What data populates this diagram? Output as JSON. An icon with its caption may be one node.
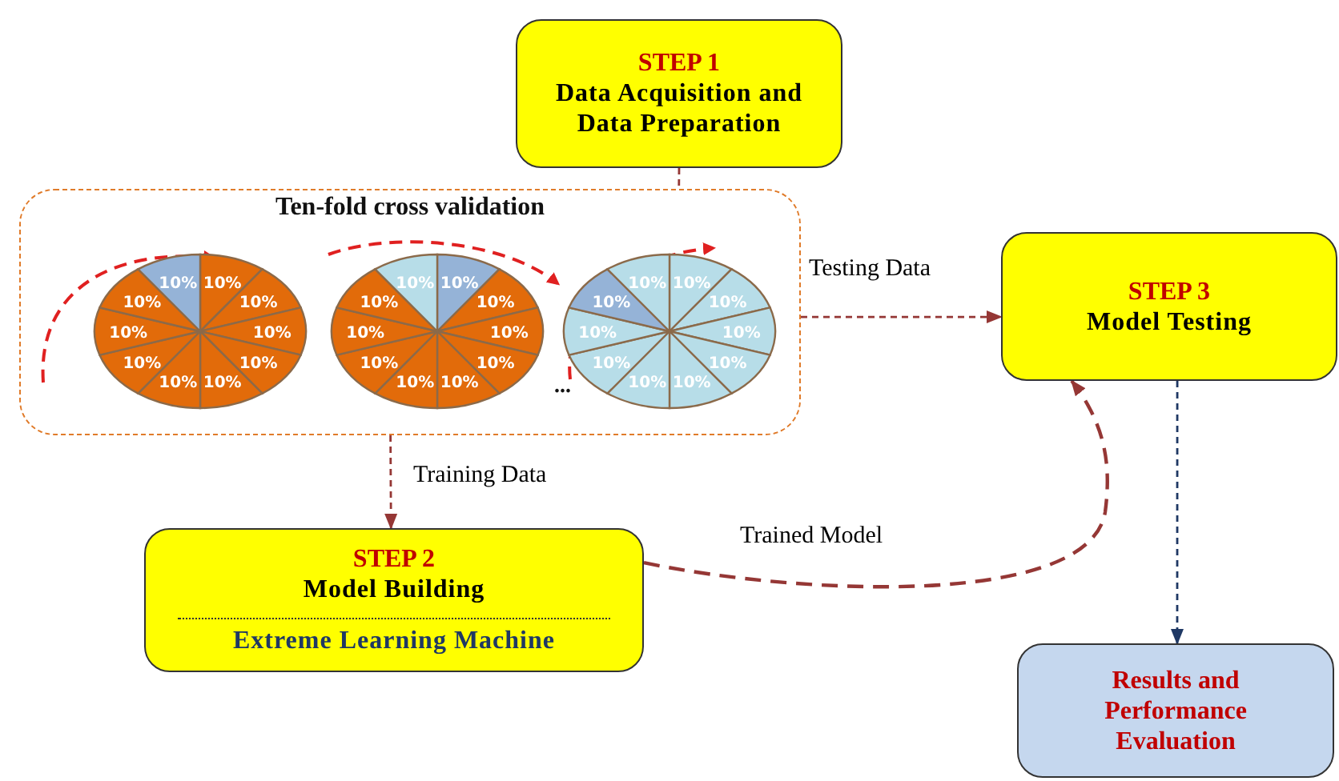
{
  "diagram": {
    "nodes": [
      {
        "text": [
          "STEP 1",
          "Data Acquisition and Data Preparation"
        ]
      },
      {
        "text": [
          "Ten-fold cross validation"
        ]
      },
      {
        "text": [
          "STEP 3",
          "Model Testing"
        ]
      },
      {
        "text": [
          "STEP 2",
          "Model Building",
          "Extreme Learning Machine"
        ]
      },
      {
        "text": [
          "Results and Performance Evaluation"
        ]
      }
    ],
    "edges": [
      {
        "from": 0,
        "to": 1,
        "arrow": "none",
        "style": "dashed"
      },
      {
        "from": 1,
        "to": 2,
        "arrow": "to",
        "label": "Testing Data",
        "style": "dashed"
      },
      {
        "from": 1,
        "to": 3,
        "arrow": "to",
        "label": "Training Data",
        "style": "dashed"
      },
      {
        "from": 3,
        "to": 2,
        "arrow": "to",
        "label": "Trained Model",
        "style": "dashed"
      },
      {
        "from": 2,
        "to": 4,
        "arrow": "to",
        "style": "dashed",
        "color": "#1f3864"
      }
    ],
    "labels": [
      "10%",
      "10%",
      "10%",
      "10%",
      "10%",
      "10%",
      "10%",
      "10%",
      "10%",
      "10%",
      "10%",
      "10%",
      "10%",
      "10%",
      "10%",
      "10%",
      "10%",
      "10%",
      "10%",
      "10%",
      "...",
      "10%",
      "10%",
      "10%",
      "10%",
      "10%",
      "10%",
      "10%",
      "10%",
      "10%",
      "10%"
    ]
  }
}
